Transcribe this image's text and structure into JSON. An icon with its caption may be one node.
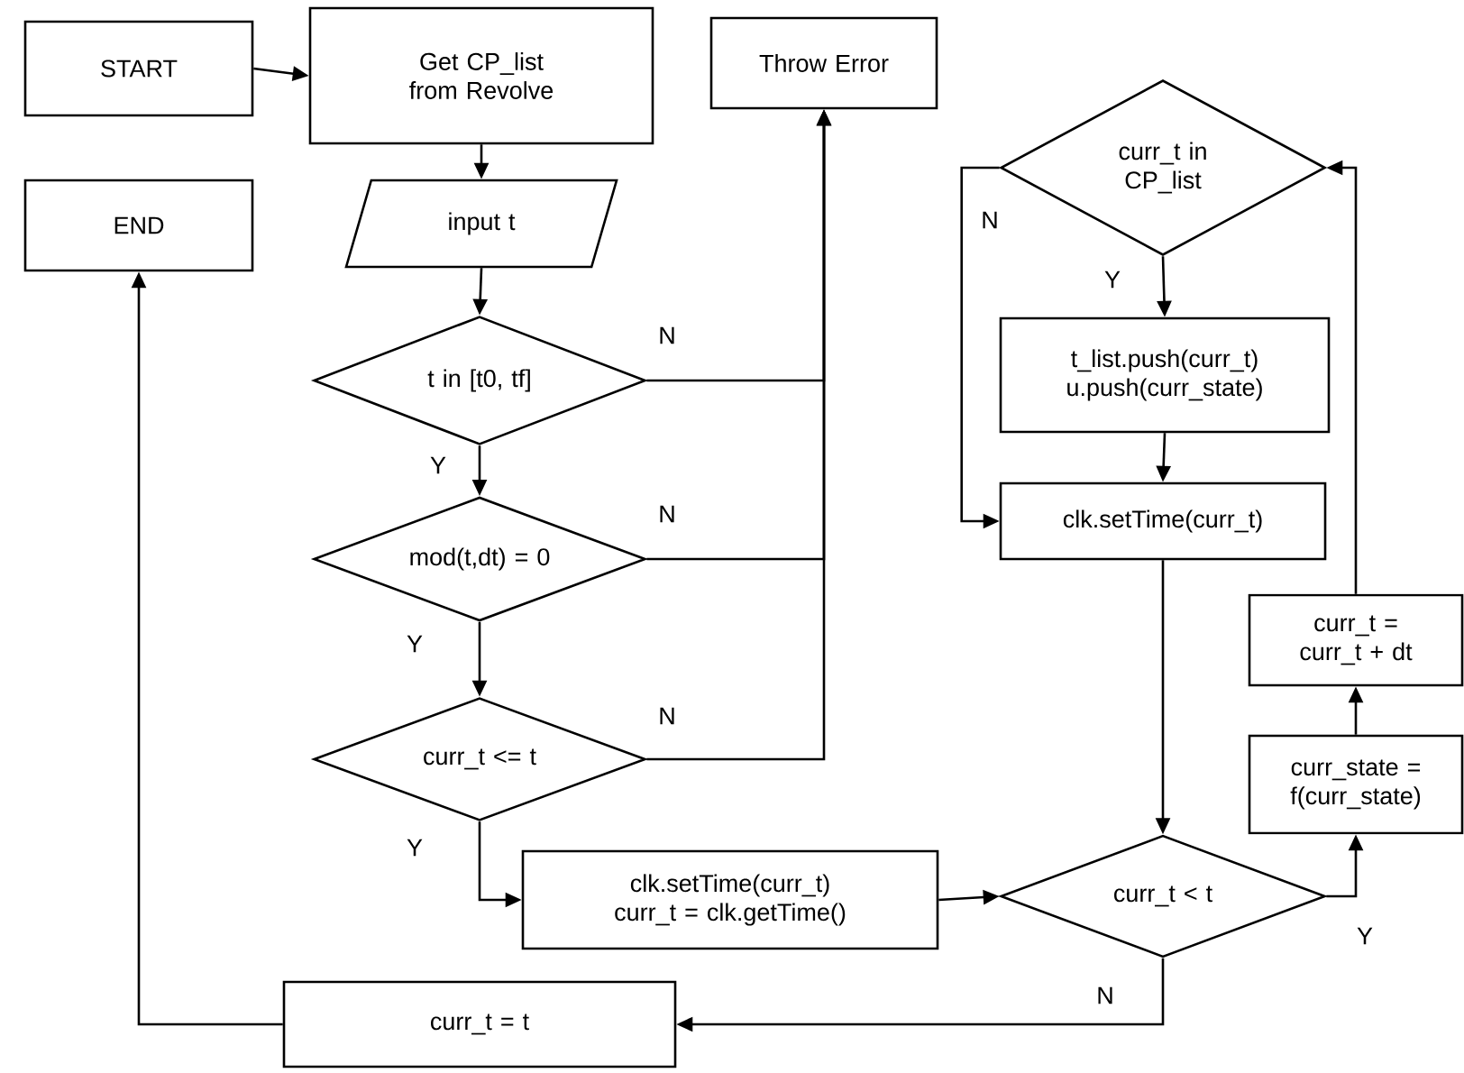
{
  "diagram": {
    "nodes": [
      {
        "text": [
          "START"
        ]
      },
      {
        "text": [
          "Get CP_list from Revolve"
        ]
      },
      {
        "text": [
          "Throw Error"
        ]
      },
      {
        "text": [
          "END"
        ]
      },
      {
        "text": [
          "input t"
        ]
      },
      {
        "text": [
          "t in [t0, tf]"
        ]
      },
      {
        "text": [
          "mod(t,dt) = 0"
        ]
      },
      {
        "text": [
          "curr_t <= t"
        ]
      },
      {
        "text": [
          "clk.setTime(curr_t) curr_t = clk.getTime()"
        ]
      },
      {
        "text": [
          "curr_t = t"
        ]
      },
      {
        "text": [
          "curr_t in CP_list"
        ]
      },
      {
        "text": [
          "t_list.push(curr_t) u.push(curr_state)"
        ]
      },
      {
        "text": [
          "clk.setTime(curr_t)"
        ]
      },
      {
        "text": [
          "curr_t < t"
        ]
      },
      {
        "text": [
          "curr_state = f(curr_state)"
        ]
      },
      {
        "text": [
          "curr_t = curr_t + dt"
        ]
      }
    ],
    "edges": [
      {
        "from": 0,
        "to": 1,
        "arrow": "to"
      },
      {
        "from": 1,
        "to": 4,
        "arrow": "to"
      },
      {
        "from": 4,
        "to": 5,
        "arrow": "to"
      },
      {
        "from": 5,
        "to": 6,
        "arrow": "to",
        "label": "Y"
      },
      {
        "from": 6,
        "to": 7,
        "arrow": "to",
        "label": "Y"
      },
      {
        "from": 5,
        "to": 2,
        "arrow": "to",
        "label": "N"
      },
      {
        "from": 6,
        "to": 2,
        "arrow": "to",
        "label": "N"
      },
      {
        "from": 7,
        "to": 2,
        "arrow": "to",
        "label": "N"
      },
      {
        "from": 7,
        "to": 8,
        "arrow": "to",
        "label": "Y"
      },
      {
        "from": 8,
        "to": 13,
        "arrow": "to"
      },
      {
        "from": 13,
        "to": 14,
        "arrow": "to",
        "label": "Y"
      },
      {
        "from": 14,
        "to": 15,
        "arrow": "to"
      },
      {
        "from": 15,
        "to": 10,
        "arrow": "to"
      },
      {
        "from": 10,
        "to": 11,
        "arrow": "to",
        "label": "Y"
      },
      {
        "from": 11,
        "to": 12,
        "arrow": "to"
      },
      {
        "from": 10,
        "to": 12,
        "arrow": "to",
        "label": "N"
      },
      {
        "from": 12,
        "to": 13,
        "arrow": "to"
      },
      {
        "from": 13,
        "to": 9,
        "arrow": "to",
        "label": "N"
      },
      {
        "from": 9,
        "to": 3,
        "arrow": "to"
      }
    ]
  }
}
